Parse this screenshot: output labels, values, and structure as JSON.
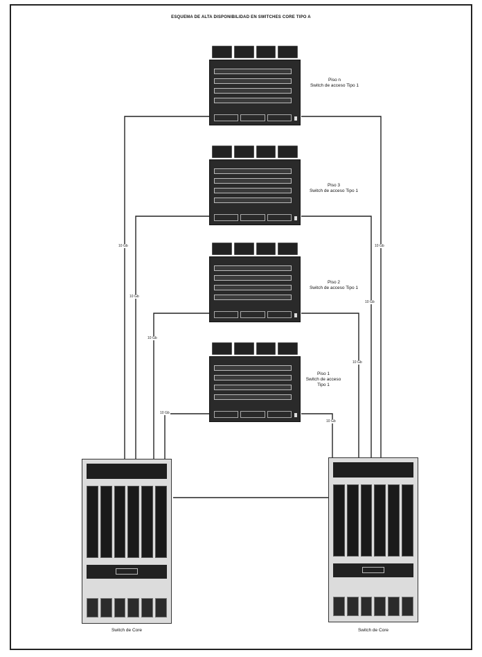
{
  "title": "ESQUEMA DE ALTA DISPONIBILIDAD EN SWITCHES CORE TIPO A",
  "access_switches": [
    {
      "line1": "Piso n",
      "line2": "Switch de acceso Tipo 1"
    },
    {
      "line1": "Piso 3",
      "line2": "Switch de acceso Tipo 1"
    },
    {
      "line1": "Piso 2",
      "line2": "Switch de acceso Tipo 1"
    },
    {
      "line1": "Piso 1",
      "line2": "Switch de acceso Tipo 1"
    }
  ],
  "core_switches": [
    {
      "label": "Switch de Core"
    },
    {
      "label": "Switch de Core"
    }
  ],
  "link_labels": [
    "10 Gb",
    "10 Gb",
    "10 Gb",
    "10 Gb",
    "10 Gb",
    "10 Gb",
    "10 Gb",
    "10 Gb"
  ]
}
